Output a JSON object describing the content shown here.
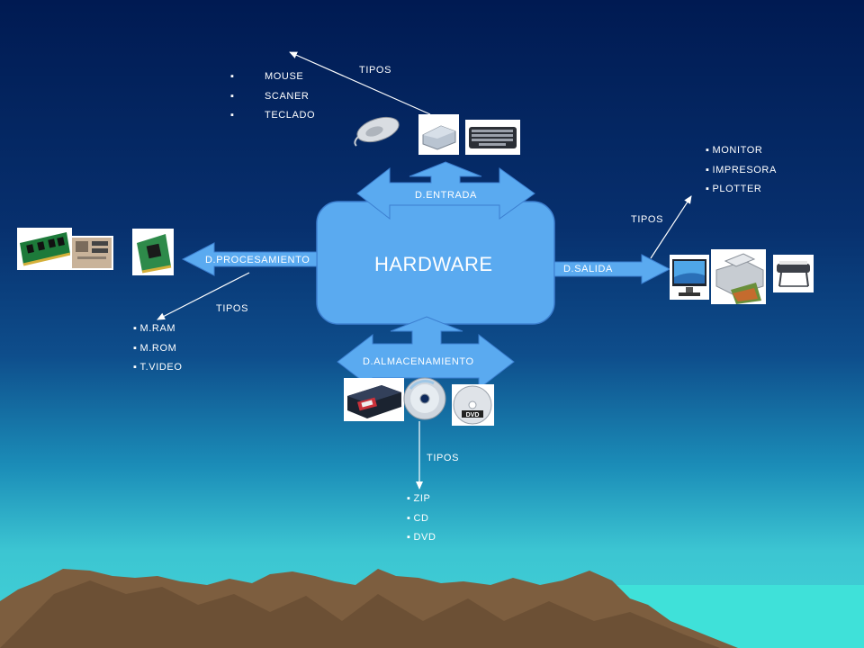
{
  "center": {
    "label": "HARDWARE"
  },
  "branches": {
    "entrada": {
      "label": "D.ENTRADA",
      "tipos": "TIPOS",
      "items": [
        "MOUSE",
        "SCANER",
        "TECLADO"
      ]
    },
    "salida": {
      "label": "D.SALIDA",
      "tipos": "TIPOS",
      "items": [
        "MONITOR",
        "IMPRESORA",
        "PLOTTER"
      ]
    },
    "procesamiento": {
      "label": "D.PROCESAMIENTO",
      "tipos": "TIPOS",
      "items": [
        "M.RAM",
        "M.ROM",
        "T.VIDEO"
      ]
    },
    "almacenamiento": {
      "label": "D.ALMACENAMIENTO",
      "tipos": "TIPOS",
      "items": [
        "ZIP",
        "CD",
        "DVD"
      ]
    }
  },
  "colors": {
    "shape_fill": "#5aaaf0",
    "shape_stroke": "#3c7fd0",
    "text": "#ffffff",
    "mountain": "#7d5e3f"
  },
  "icons": [
    "mouse-icon",
    "scanner-icon",
    "keyboard-icon",
    "ram-icon",
    "motherboard-icon",
    "video-card-icon",
    "monitor-icon",
    "printer-icon",
    "plotter-icon",
    "zip-drive-icon",
    "cd-icon",
    "dvd-icon"
  ]
}
